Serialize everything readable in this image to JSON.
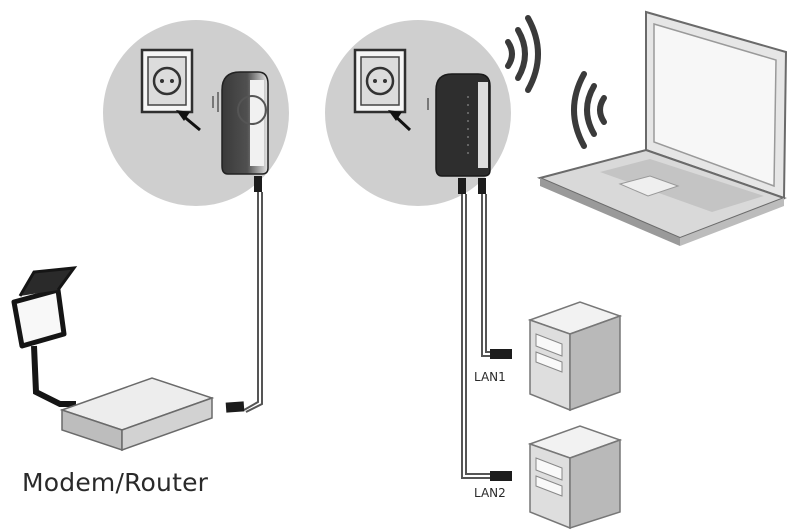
{
  "labels": {
    "modem_router": "Modem/Router",
    "lan1": "LAN1",
    "lan2": "LAN2"
  },
  "colors": {
    "circle_fill": "#cfcfcf",
    "device_dark": "#2b2b2b",
    "device_light": "#eeeeee",
    "cable": "#555555",
    "label_text": "#2a2a2a"
  },
  "icons": [
    "wall-socket-icon",
    "powerline-adapter-icon",
    "wifi-signal-icon",
    "laptop-icon",
    "desktop-tower-icon",
    "modem-router-icon",
    "power-supply-icon"
  ]
}
